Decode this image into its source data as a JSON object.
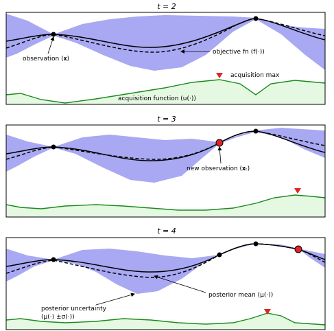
{
  "colors": {
    "band": "#a9a8f3",
    "objective": "#000000",
    "mean": "#000000",
    "acquisition_line": "#1b8a1b",
    "acquisition_fill": "#e4f8e2",
    "observation": "#000000",
    "new_observation": "#e0242a",
    "acquisition_max_marker": "#e0242a"
  },
  "panels": [
    {
      "title": "t = 2",
      "annotations": [
        {
          "text": "observation (𝐱)"
        },
        {
          "text": "objective fn (f(·))"
        },
        {
          "text": "acquisition max"
        },
        {
          "text": "acquisition function (u(·))"
        }
      ]
    },
    {
      "title": "t = 3",
      "annotations": [
        {
          "text": "new observation (𝐱ₜ)"
        }
      ]
    },
    {
      "title": "t = 4",
      "annotations": [
        {
          "text": "posterior mean (μ(·))"
        },
        {
          "text": "posterior uncertainty"
        },
        {
          "text": "(μ(·) ±σ(·))"
        }
      ]
    }
  ]
}
